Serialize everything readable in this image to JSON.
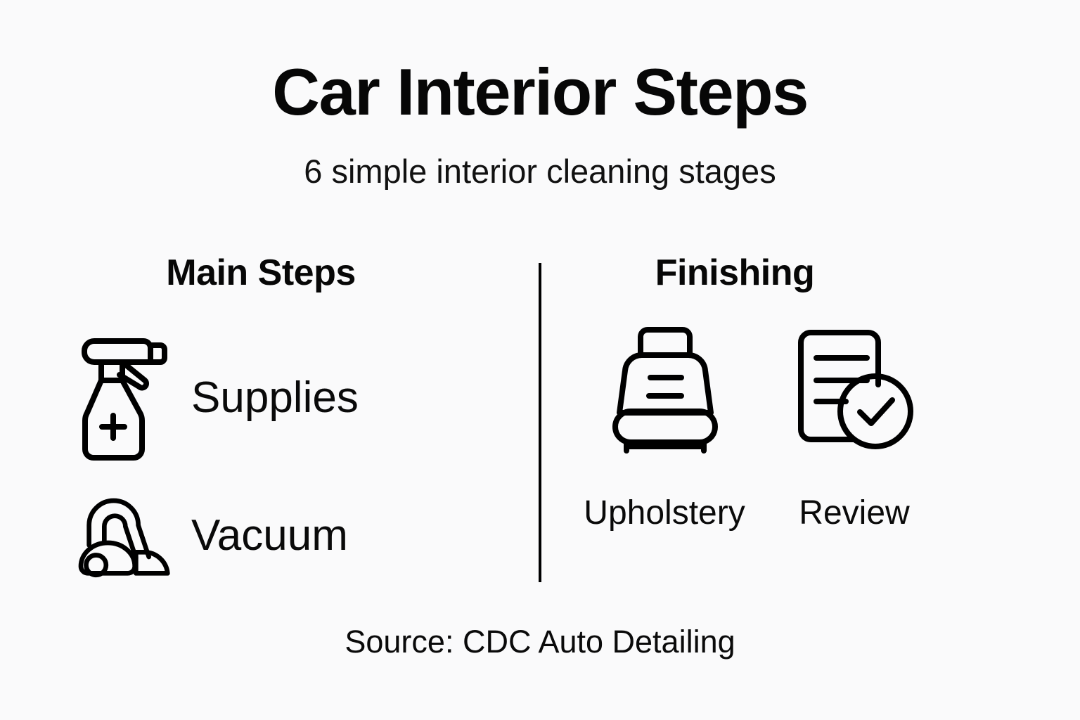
{
  "header": {
    "title": "Car Interior Steps",
    "subtitle": "6 simple interior cleaning stages"
  },
  "colors": {
    "background": "#fafafb",
    "ink": "#000000"
  },
  "columns": {
    "left": {
      "heading": "Main Steps",
      "items": [
        {
          "label": "Supplies",
          "icon": "spray-bottle-icon"
        },
        {
          "label": "Vacuum",
          "icon": "vacuum-cleaner-icon"
        }
      ]
    },
    "right": {
      "heading": "Finishing",
      "items": [
        {
          "label": "Upholstery",
          "icon": "car-seat-icon"
        },
        {
          "label": "Review",
          "icon": "document-check-icon"
        }
      ]
    }
  },
  "footer": {
    "source": "Source: CDC Auto Detailing"
  }
}
